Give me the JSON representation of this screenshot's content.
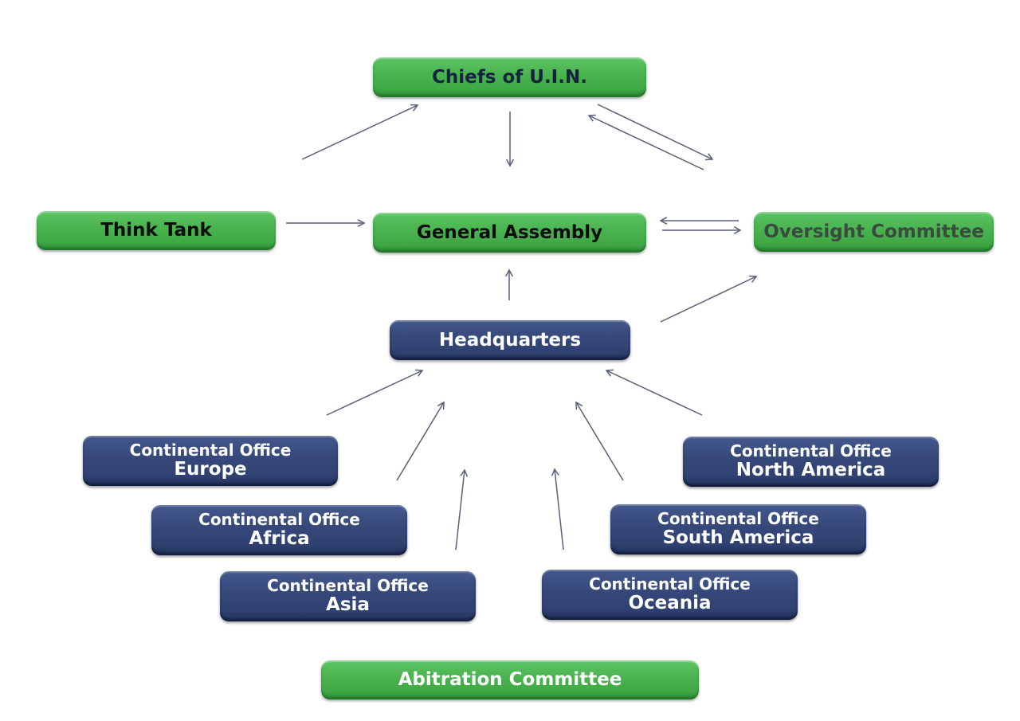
{
  "diagram": {
    "colors": {
      "governance_green": "#49b34f",
      "operations_blue": "#354879",
      "arrow": "#5a607a"
    },
    "nodes": {
      "chiefs": {
        "label": "Chiefs of U.I.N."
      },
      "think_tank": {
        "label": "Think Tank"
      },
      "general_assembly": {
        "label": "General Assembly"
      },
      "oversight": {
        "label": "Oversight Committee"
      },
      "headquarters": {
        "label": "Headquarters"
      },
      "europe": {
        "line1": "Continental Office",
        "line2": "Europe"
      },
      "africa": {
        "line1": "Continental Office",
        "line2": "Africa"
      },
      "asia": {
        "line1": "Continental Office",
        "line2": "Asia"
      },
      "north_america": {
        "line1": "Continental Office",
        "line2": "North America"
      },
      "south_america": {
        "line1": "Continental Office",
        "line2": "South America"
      },
      "oceania": {
        "line1": "Continental Office",
        "line2": "Oceania"
      },
      "arbitration": {
        "label": "Abitration Committee"
      }
    },
    "edges": [
      {
        "from": "think_tank",
        "to": "chiefs"
      },
      {
        "from": "chiefs",
        "to": "general_assembly"
      },
      {
        "from": "chiefs",
        "to": "oversight"
      },
      {
        "from": "oversight",
        "to": "chiefs"
      },
      {
        "from": "think_tank",
        "to": "general_assembly"
      },
      {
        "from": "general_assembly",
        "to": "oversight"
      },
      {
        "from": "oversight",
        "to": "general_assembly"
      },
      {
        "from": "headquarters",
        "to": "general_assembly"
      },
      {
        "from": "headquarters",
        "to": "oversight"
      },
      {
        "from": "europe",
        "to": "headquarters"
      },
      {
        "from": "africa",
        "to": "headquarters"
      },
      {
        "from": "asia",
        "to": "headquarters"
      },
      {
        "from": "oceania",
        "to": "headquarters"
      },
      {
        "from": "south_america",
        "to": "headquarters"
      },
      {
        "from": "north_america",
        "to": "headquarters"
      }
    ]
  }
}
